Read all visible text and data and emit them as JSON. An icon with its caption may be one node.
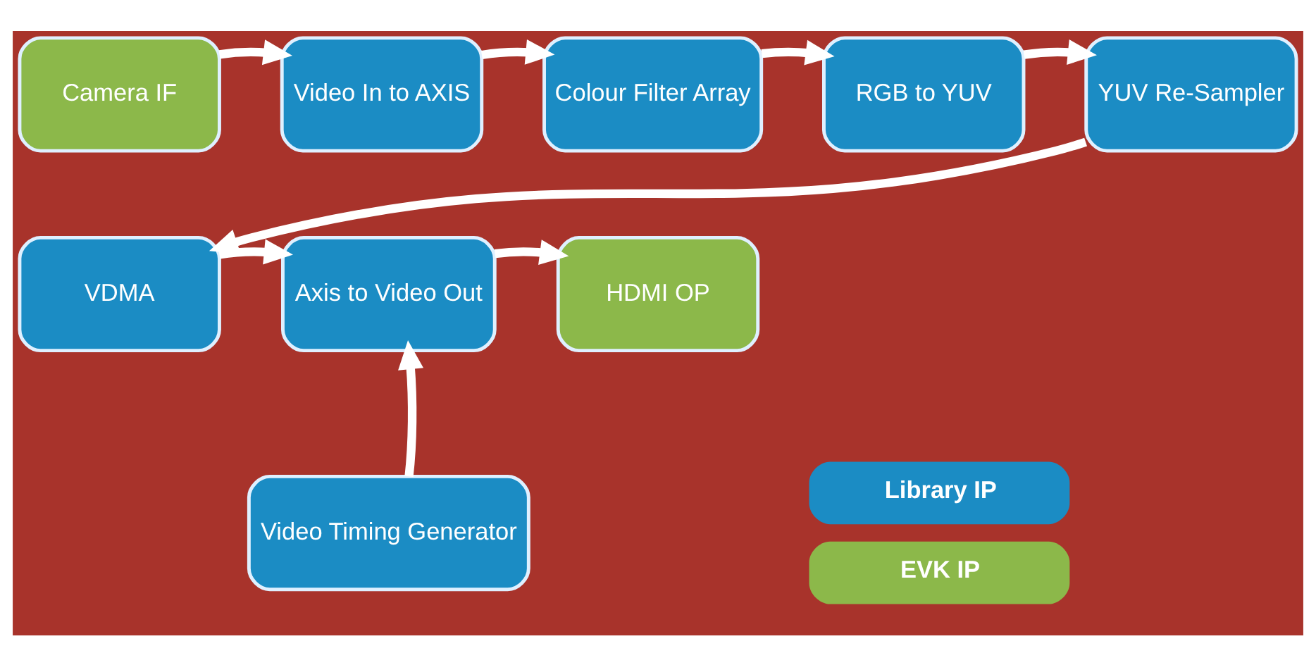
{
  "diagram": {
    "nodes": [
      {
        "text": [
          "Camera IF"
        ]
      },
      {
        "text": [
          "Video In to AXIS"
        ]
      },
      {
        "text": [
          "Colour Filter Array"
        ]
      },
      {
        "text": [
          "RGB to YUV"
        ]
      },
      {
        "text": [
          "YUV Re-Sampler"
        ]
      },
      {
        "text": [
          "VDMA"
        ]
      },
      {
        "text": [
          "Axis to Video Out"
        ]
      },
      {
        "text": [
          "HDMI OP"
        ]
      },
      {
        "text": [
          "Video Timing Generator"
        ]
      }
    ],
    "edges": [
      {
        "from": 0,
        "to": 1,
        "arrow": "to"
      },
      {
        "from": 1,
        "to": 2,
        "arrow": "to"
      },
      {
        "from": 2,
        "to": 3,
        "arrow": "to"
      },
      {
        "from": 3,
        "to": 4,
        "arrow": "to"
      },
      {
        "from": 4,
        "to": 5,
        "arrow": "to"
      },
      {
        "from": 5,
        "to": 6,
        "arrow": "to"
      },
      {
        "from": 6,
        "to": 7,
        "arrow": "to"
      },
      {
        "from": 8,
        "to": 6,
        "arrow": "to"
      }
    ],
    "legend": [
      {
        "text": "Library IP",
        "color": "#1b8cc4"
      },
      {
        "text": "EVK IP",
        "color": "#8cb84a"
      }
    ]
  }
}
